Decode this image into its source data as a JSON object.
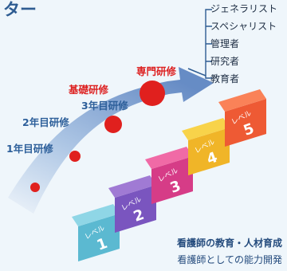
{
  "title_fragment": "ター",
  "stages": [
    {
      "label": "1年目研修",
      "highlight": false
    },
    {
      "label": "2年目研修",
      "highlight": false
    },
    {
      "label": "3年目研修",
      "highlight": false
    },
    {
      "label": "基礎研修",
      "highlight": true
    },
    {
      "label": "専門研修",
      "highlight": true
    }
  ],
  "roles": [
    "ジェネラリスト",
    "スペシャリスト",
    "管理者",
    "研究者",
    "教育者"
  ],
  "steps": [
    {
      "text": "レベル",
      "num": "1",
      "top": "#8fd6e6",
      "front": "#5bb9d1"
    },
    {
      "text": "レベル",
      "num": "2",
      "top": "#a07ad4",
      "front": "#7a55bf"
    },
    {
      "text": "レベル",
      "num": "3",
      "top": "#f06aa6",
      "front": "#d63c87"
    },
    {
      "text": "レベル",
      "num": "4",
      "top": "#f8d34a",
      "front": "#f0b528"
    },
    {
      "text": "レベル",
      "num": "5",
      "top": "#fa8258",
      "front": "#ee5a34"
    }
  ],
  "footer": {
    "line1": "看護師の教育・人材育成",
    "line2": "看護師としての能力開発"
  },
  "colors": {
    "background": "#eff6fb",
    "arrow_light": "#dce8f4",
    "arrow_dark": "#5f86c2",
    "dot": "#e0201e",
    "label_blue": "#2d5f9a",
    "label_red": "#dd2121",
    "bracket": "#2e5c92"
  }
}
